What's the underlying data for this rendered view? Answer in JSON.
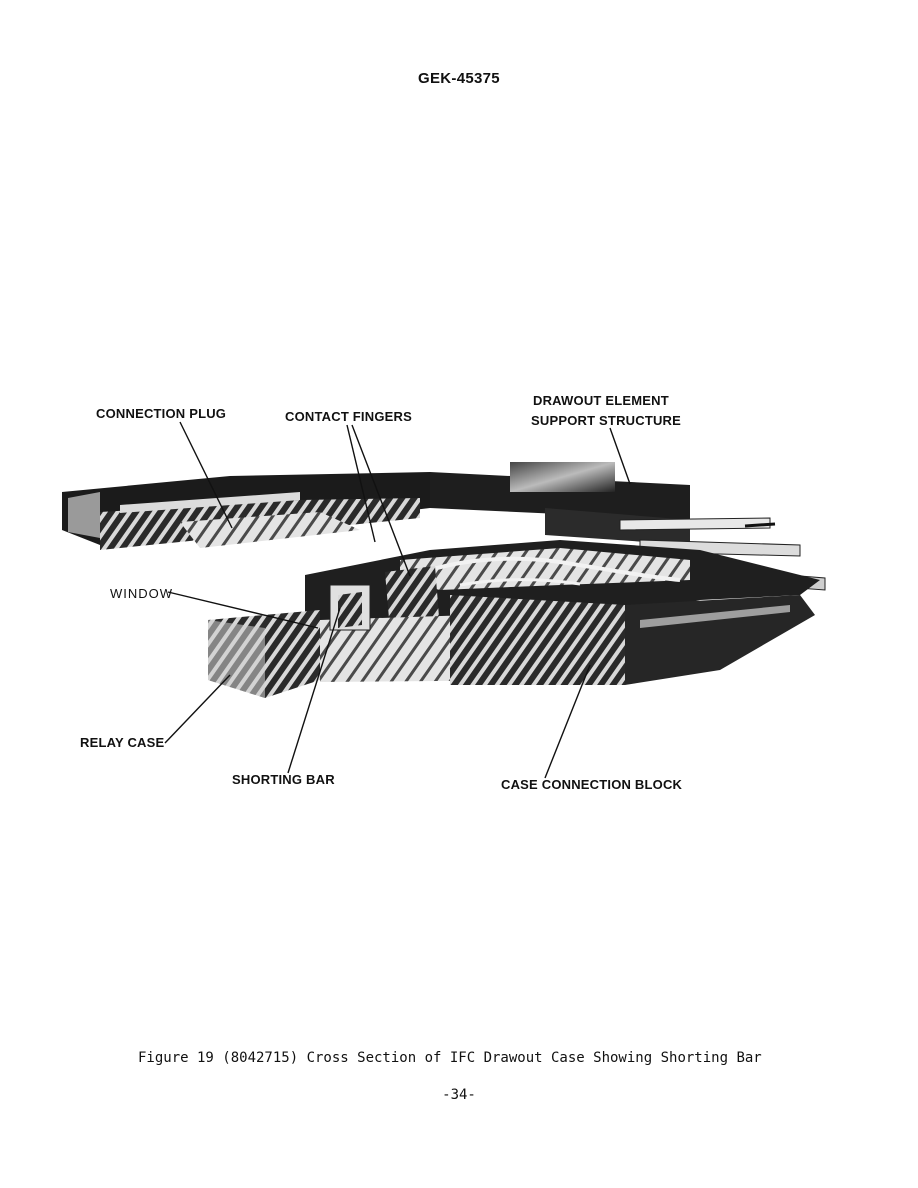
{
  "header": {
    "doc_number": "GEK-45375"
  },
  "figure": {
    "callouts": {
      "connection_plug": "CONNECTION PLUG",
      "contact_fingers": "CONTACT FINGERS",
      "drawout_element_line1": "DRAWOUT ELEMENT",
      "drawout_element_line2": "SUPPORT STRUCTURE",
      "window": "WINDOW",
      "relay_case": "RELAY CASE",
      "shorting_bar": "SHORTING BAR",
      "case_connection_block": "CASE CONNECTION BLOCK"
    },
    "colors": {
      "ink": "#111111",
      "dark": "#1a1a1a",
      "mid": "#555555",
      "light": "#cfcfcf"
    }
  },
  "caption": {
    "text": "Figure 19 (8042715)  Cross Section of IFC Drawout Case Showing Shorting Bar"
  },
  "footer": {
    "page_number": "-34-"
  }
}
